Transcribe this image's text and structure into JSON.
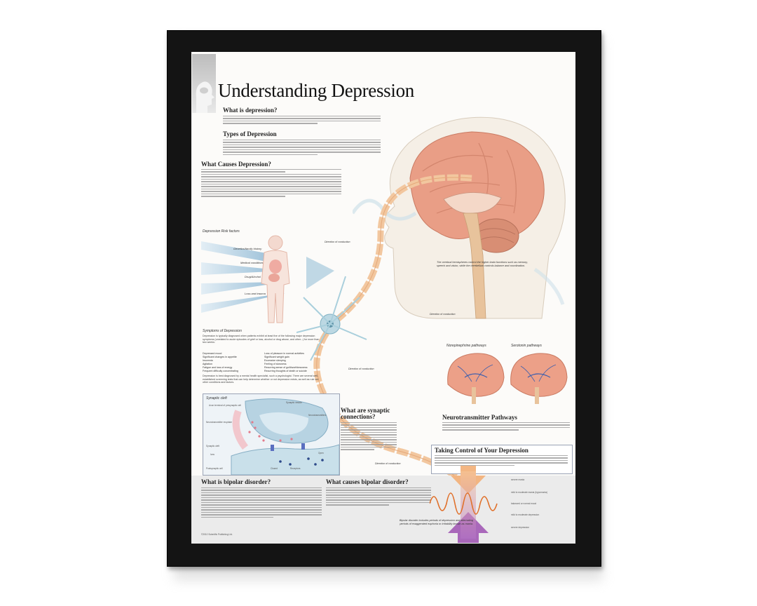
{
  "poster": {
    "title": "Understanding Depression",
    "sections": {
      "what_is": "What is depression?",
      "types": "Types of Depression",
      "causes": "What Causes Depression?",
      "risk": "Depression Risk factors",
      "symptoms": "Symptoms of Depression",
      "synaptic_cleft": "Synaptic cleft",
      "synaptic_connections": "What are synaptic connections?",
      "neuro_pathways": "Neurotransmitter Pathways",
      "taking_control": "Taking Control of Your Depression",
      "bipolar": "What is bipolar disorder?",
      "bipolar_causes": "What causes bipolar disorder?",
      "norepinephrine": "Norepinephrine pathways",
      "serotonin": "Serotonin pathways"
    },
    "risk_factors": [
      "Genetics/family history",
      "Medical conditions",
      "Drug/Alcohol",
      "Loss and trauma"
    ],
    "conduction": [
      "Direction of conduction",
      "Direction of conduction",
      "Direction of conduction",
      "Direction of conduction"
    ],
    "brain_caption": "The cerebral hemispheres control the higher brain functions such as memory, speech and vision, while the cerebellum controls balance and coordination.",
    "bipolar_caption": "Bipolar disorder includes periods of depression and alternating periods of exaggerated euphoria or irritability known as mania.",
    "symptoms_intro": "Depression is typically diagnosed when patients exhibit at least five of the following major depression symptoms (unrelated to acute episodes of grief or loss, alcohol or drug abuse, and other...) for more than two weeks:",
    "symptoms_left": [
      "Depressed mood",
      "Significant changes in appetite",
      "Insomnia",
      "Agitation",
      "Fatigue and loss of energy",
      "Frequent difficulty concentrating"
    ],
    "symptoms_right": [
      "Loss of pleasure in normal activities",
      "Significant weight gain",
      "Excessive sleeping",
      "Feeling of slowness",
      "Recurring sense of guilt/worthlessness",
      "Recurring thoughts of death or suicide"
    ],
    "symptoms_outro": "Depression is best diagnosed by a mental health specialist, such a psychologist. There are several well-established screening tests that can help determine whether or not depression exists, as well as rule out other conditions and factors.",
    "synapse_labels": [
      "Axon terminal of presynaptic cell",
      "Synaptic vesicle",
      "Neurotransmitters",
      "Neurotransmitter reuptake",
      "Synaptic cleft",
      "Ions",
      "Postsynaptic cell",
      "Closed",
      "Receptors",
      "Open"
    ],
    "bipolar_scale": [
      "severe mania",
      "mild to moderate mania (hypomania)",
      "balanced or normal mood",
      "mild to moderate depression",
      "severe depression"
    ],
    "footer": "©2010 Scientific Publishing Ltd."
  }
}
